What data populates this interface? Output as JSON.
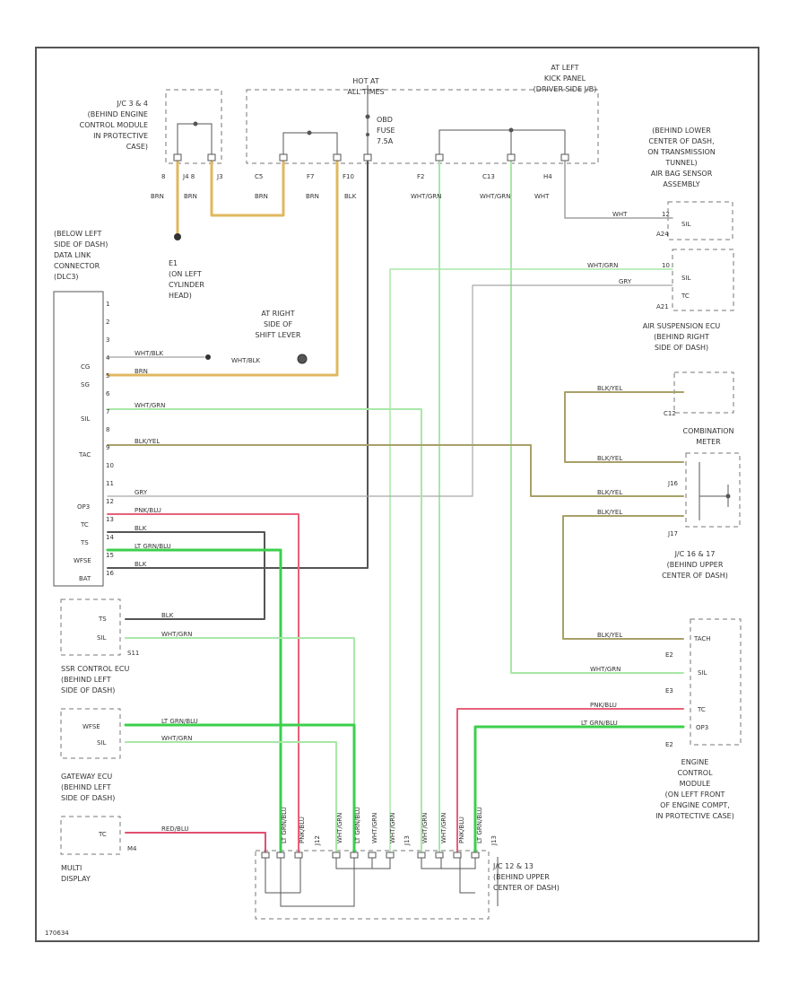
{
  "colors": {
    "frame": "#555555",
    "dash": "#777777",
    "text": "#333333",
    "brn": "#e0b860",
    "blk": "#555555",
    "wht_grn": "#a8e8a8",
    "lt_grn": "#3ccf4c",
    "pnk_blu": "#e8607a",
    "red_blu": "#e05070",
    "blk_yel": "#a8a068",
    "gry": "#a8a8a8",
    "wht": "#a0a0a0"
  },
  "components": {
    "jc_ecm": [
      "J/C 3 & 4",
      "(BEHIND ENGINE",
      "CONTROL MODULE",
      "IN PROTECTIVE",
      "CASE)"
    ],
    "hot_at": [
      "HOT AT",
      "ALL TIMES"
    ],
    "kick_panel": [
      "AT LEFT",
      "KICK PANEL",
      "(DRIVER SIDE J/B)"
    ],
    "obd_fuse": [
      "OBD",
      "FUSE",
      "7.5A"
    ],
    "airbag": [
      "(BEHIND LOWER",
      "CENTER OF DASH,",
      "ON TRANSMISSION",
      "TUNNEL)",
      "AIR BAG SENSOR",
      "ASSEMBLY"
    ],
    "dlc": [
      "(BELOW LEFT",
      "SIDE OF DASH)",
      "DATA LINK",
      "CONNECTOR",
      "(DLC3)"
    ],
    "e1": [
      "E1",
      "(ON LEFT",
      "CYLINDER",
      "HEAD)"
    ],
    "shift_lever": [
      "AT RIGHT",
      "SIDE OF",
      "SHIFT LEVER"
    ],
    "air_susp": [
      "AIR SUSPENSION ECU",
      "(BEHIND RIGHT",
      "SIDE OF DASH)"
    ],
    "combo_meter": [
      "COMBINATION",
      "METER"
    ],
    "jc_16_17": [
      "J/C 16 & 17",
      "(BEHIND UPPER",
      "CENTER OF DASH)"
    ],
    "ssr_ecu": [
      "SSR CONTROL ECU",
      "(BEHIND LEFT",
      "SIDE OF DASH)"
    ],
    "gateway": [
      "GATEWAY ECU",
      "(BEHIND LEFT",
      "SIDE OF DASH)"
    ],
    "multi_display": [
      "MULTI",
      "DISPLAY"
    ],
    "jc_12_13": [
      "J/C 12 & 13",
      "(BEHIND UPPER",
      "CENTER OF DASH)"
    ],
    "ecm": [
      "ENGINE",
      "CONTROL",
      "MODULE",
      "(ON LEFT FRONT",
      "OF ENGINE COMPT,",
      "IN PROTECTIVE CASE)"
    ]
  },
  "dlc_pins": {
    "names": [
      "CG",
      "SG",
      "SIL",
      "TAC",
      "OP3",
      "TC",
      "TS",
      "WFSE",
      "BAT"
    ],
    "numbers": [
      "1",
      "2",
      "3",
      "4",
      "5",
      "6",
      "7",
      "8",
      "9",
      "10",
      "11",
      "12",
      "13",
      "14",
      "15",
      "16"
    ]
  },
  "top_connectors": [
    "8",
    "J4 8",
    "J3",
    "C5",
    "F7",
    "F10",
    "F2",
    "C13",
    "H4"
  ],
  "top_wire_colors": [
    "BRN",
    "BRN",
    "BRN",
    "BRN",
    "BLK",
    "WHT/GRN",
    "WHT/GRN",
    "WHT"
  ],
  "wires": {
    "wht_blk": "WHT/BLK",
    "brn": "BRN",
    "blk": "BLK",
    "wht_grn": "WHT/GRN",
    "blk_yel": "BLK/YEL",
    "gry": "GRY",
    "pnk_blu": "PNK/BLU",
    "lt_grn_blu": "LT GRN/BLU",
    "red_blu": "RED/BLU",
    "wht": "WHT"
  },
  "pins": {
    "airbag_pin": "12",
    "airbag_conn": "A24",
    "airbag_sil": "SIL",
    "air_pin": "10",
    "air_conn": "A21",
    "air_sil": "SIL",
    "air_tc": "TC",
    "combo_j16": "J16",
    "combo_j17": "J17",
    "combo_conn": "C12",
    "tach": "TACH",
    "e2": "E2",
    "e3": "E3",
    "ecm_sil": "SIL",
    "ecm_tc": "TC",
    "ecm_op3": "OP3",
    "ecm_e2b": "E2",
    "ssr_ts": "TS",
    "ssr_sil": "SIL",
    "ssr_conn": "S11",
    "gw_wfse": "WFSE",
    "gw_sil": "SIL",
    "md_tc": "TC",
    "md_pin": "M4",
    "j12": "J12",
    "j13": "J13"
  },
  "footer_id": "170634"
}
